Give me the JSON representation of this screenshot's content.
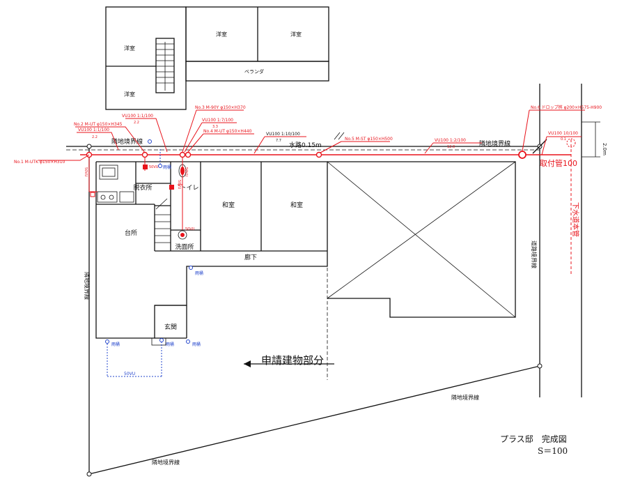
{
  "rooms": {
    "youshitsu_upper_left": "洋室",
    "youshitsu_lower_left": "洋室",
    "youshitsu_mid": "洋室",
    "youshitsu_right": "洋室",
    "veranda": "ベランダ",
    "datsuijo": "脱衣所",
    "toilet": "トイレ",
    "washitsu_1": "和室",
    "washitsu_2": "和室",
    "daidokoro": "台所",
    "senmenjo": "洗面所",
    "rouka": "廊下",
    "genkan": "玄関"
  },
  "boundary_labels": {
    "top_left": "隣地境界線",
    "top_right": "隣地境界線",
    "left": "隣地境界線",
    "bottom_right": "隣地境界線",
    "bottom": "隣地境界線",
    "road": "道路境界線"
  },
  "pipe_labels": {
    "no1": "No.1 M-UTK φ150×H310",
    "vu_11a": "VU100 1:1/100",
    "vu_11a_sub": "2.2",
    "no2": "No.2 M-UT φ150×H345",
    "vu_11b": "VU100 1:1/100",
    "vu_11b_sub": "2.2",
    "no3": "No.3 M-90Y φ150×H370",
    "vu_17": "VU100 1:7/100",
    "vu_17_sub": "3.3",
    "no4": "No.4 M-UT φ150×H440",
    "vu_110": "VU100 1:10/100",
    "vu_110_sub": "7.7",
    "no5": "No.5 M-ST φ150×H500",
    "vu_12": "VU100 1:2/100",
    "vu_12_sub": "12.0",
    "no6": "No.6 ドロップ桝 φ200×H575-H900",
    "vu_1010": "VU100 10/100",
    "vu_1010_sub": "0.1",
    "toritsuke": "取付管100",
    "gesuido": "下水道本管",
    "suiro": "水路0.15m",
    "dim": "2.0m",
    "vu50_a": "50VU",
    "vu50_b": "50VU",
    "vu50_c": "50VU",
    "vu50_d": "50VU",
    "vu50_e": "50VU"
  },
  "drain_labels": {
    "amas_1": "雨桶",
    "amas_2": "雨桶",
    "amas_3": "雨桶",
    "amas_4": "雨桶",
    "amas_5": "雨桶",
    "vu50_bottom": "50VU"
  },
  "title_block": {
    "title": "プラス邸　完成図",
    "scale": "S＝100"
  },
  "application_label": "申請建物部分",
  "colors": {
    "sewer": "#e8131b",
    "rain": "#2244cc",
    "structure": "#111111"
  }
}
